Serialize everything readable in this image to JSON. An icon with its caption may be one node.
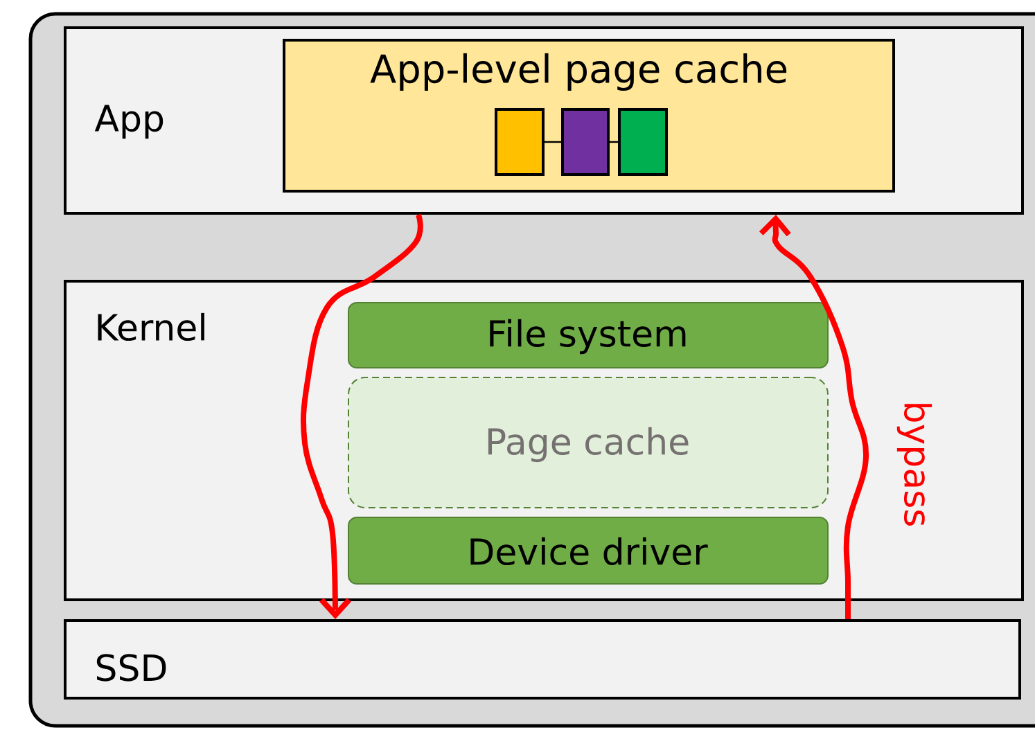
{
  "diagram": {
    "nodes": [
      {
        "text": [
          "App"
        ]
      },
      {
        "text": [
          "App-level page cache"
        ],
        "in": 0
      },
      {
        "text": [],
        "shape": "box",
        "in": 1
      },
      {
        "text": [],
        "shape": "box",
        "in": 1
      },
      {
        "text": [],
        "shape": "box",
        "in": 1
      },
      {
        "text": [
          "Kernel"
        ]
      },
      {
        "text": [
          "File system"
        ],
        "in": 5
      },
      {
        "text": [
          "Page cache"
        ],
        "in": 5
      },
      {
        "text": [
          "Device driver"
        ],
        "in": 5
      },
      {
        "text": [
          "SSD"
        ]
      }
    ],
    "edges": [
      {
        "from": 2,
        "to": 3,
        "arrow": "none"
      },
      {
        "from": 3,
        "to": 4,
        "arrow": "none"
      },
      {
        "from": 0,
        "to": 9,
        "arrow": "to",
        "style": "thick",
        "color": "#ff0000"
      },
      {
        "from": 9,
        "to": 0,
        "arrow": "to",
        "label": "bypass",
        "style": "thick",
        "color": "#ff0000"
      }
    ]
  }
}
